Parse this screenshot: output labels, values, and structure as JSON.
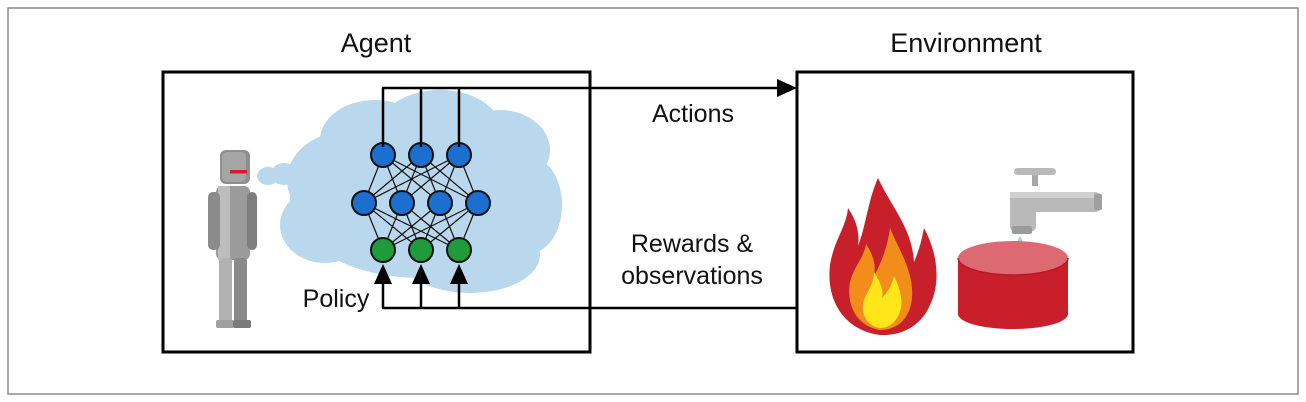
{
  "diagram": {
    "agent": {
      "label": "Agent"
    },
    "environment": {
      "label": "Environment"
    },
    "edges": {
      "actions": {
        "label": "Actions"
      },
      "feedback": {
        "line1": "Rewards &",
        "line2": "observations"
      }
    },
    "policy": {
      "label": "Policy",
      "network_layers": [
        3,
        4,
        3
      ]
    },
    "colors": {
      "outer_frame": "#8a8a8a",
      "box_border": "#000000",
      "cloud": "#b9d8ee",
      "neuron_blue": "#1a6fcf",
      "neuron_green": "#1f9b3c",
      "robot_gray": "#9b9b9b",
      "robot_visor": "#d42020",
      "flame_red": "#c8202a",
      "flame_orange": "#f28c1a",
      "flame_yellow": "#ffe51a",
      "bucket_red": "#c91f2a",
      "faucet_gray": "#b9b9b9",
      "water_drop": "#9bcbe9"
    },
    "icons": [
      "robot-icon",
      "thought-bubble-icon",
      "neural-network-icon",
      "fire-icon",
      "faucet-icon",
      "bucket-icon"
    ]
  }
}
